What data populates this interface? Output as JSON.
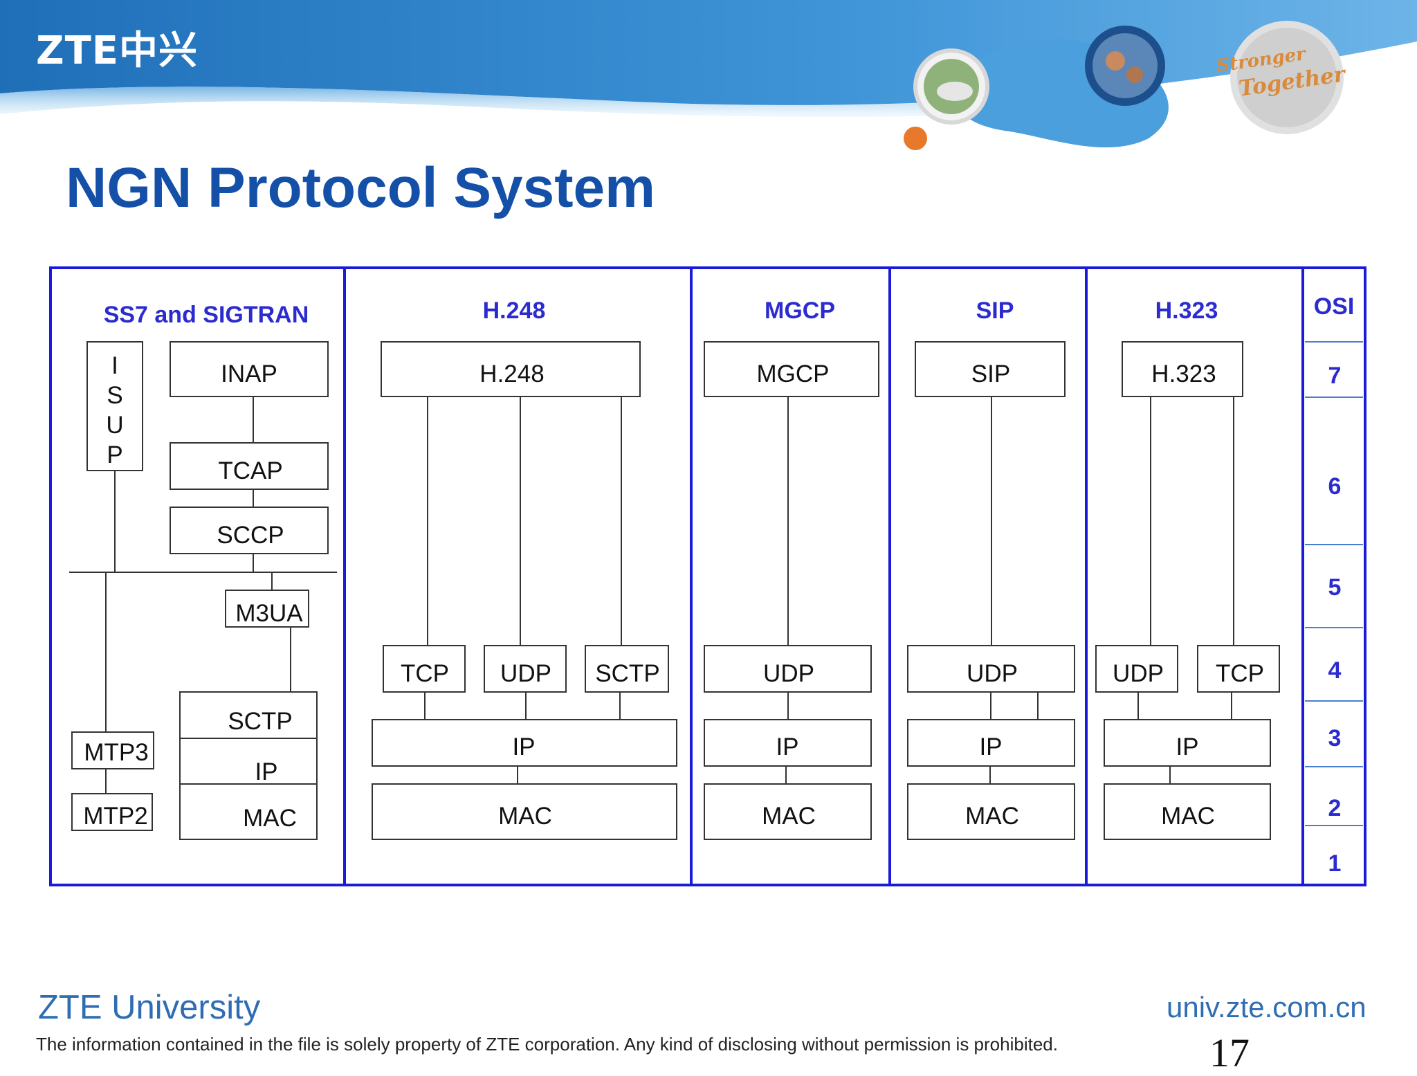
{
  "header": {
    "logo": "ZTE中兴",
    "slogan_line1": "Stronger",
    "slogan_line2": "Together",
    "colors": {
      "brand_blue": "#2f83c8",
      "accent_orange": "#e8782a"
    }
  },
  "title": "NGN Protocol System",
  "diagram": {
    "columns": {
      "ss7": "SS7 and SIGTRAN",
      "h248": "H.248",
      "mgcp": "MGCP",
      "sip": "SIP",
      "h323": "H.323",
      "osi": "OSI"
    },
    "osi_layers": [
      "7",
      "6",
      "5",
      "4",
      "3",
      "2",
      "1"
    ],
    "boxes": {
      "isup": [
        "I",
        "S",
        "U",
        "P"
      ],
      "inap": "INAP",
      "tcap": "TCAP",
      "sccp": "SCCP",
      "m3ua": "M3UA",
      "ss7_sctp": "SCTP",
      "ss7_ip": "IP",
      "ss7_mac": "MAC",
      "mtp3": "MTP3",
      "mtp2": "MTP2",
      "h248_top": "H.248",
      "h248_tcp": "TCP",
      "h248_udp": "UDP",
      "h248_sctp": "SCTP",
      "h248_ip": "IP",
      "h248_mac": "MAC",
      "mgcp_top": "MGCP",
      "mgcp_udp": "UDP",
      "mgcp_ip": "IP",
      "mgcp_mac": "MAC",
      "sip_top": "SIP",
      "sip_udp": "UDP",
      "sip_ip": "IP",
      "sip_mac": "MAC",
      "h323_top": "H.323",
      "h323_udp": "UDP",
      "h323_tcp": "TCP",
      "h323_ip": "IP",
      "h323_mac": "MAC"
    },
    "colors": {
      "frame_blue": "#1a1adb",
      "header_blue": "#2b2bd0"
    }
  },
  "footer": {
    "university": "ZTE University",
    "url": "univ.zte.com.cn",
    "disclaimer": "The information contained in the file is solely property of ZTE corporation. Any kind of disclosing without permission is prohibited.",
    "page_number": "17"
  }
}
